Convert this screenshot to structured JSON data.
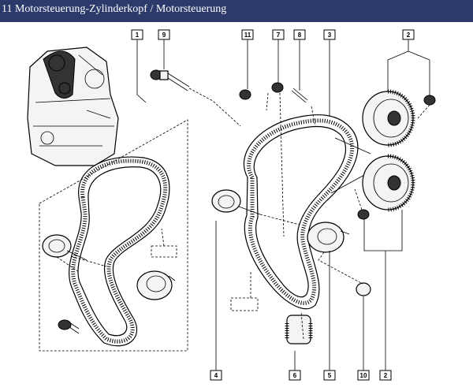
{
  "header": {
    "title": "11 Motorsteuerung-Zylinderkopf / Motorsteuerung"
  },
  "callouts": {
    "c1": "1",
    "c9": "9",
    "c11": "11",
    "c7": "7",
    "c8": "8",
    "c3": "3",
    "c2a": "2",
    "c4": "4",
    "c6": "6",
    "c5": "5",
    "c10": "10",
    "c2b": "2"
  },
  "colors": {
    "titlebar": "#2c3a6b",
    "title_text": "#ffffff"
  }
}
